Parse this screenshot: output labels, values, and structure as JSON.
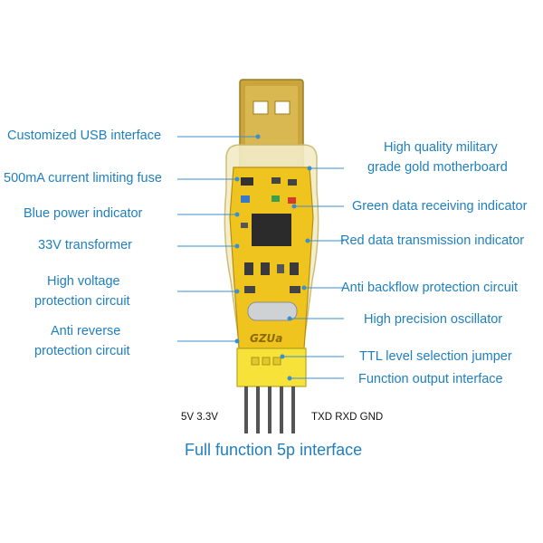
{
  "left_labels": [
    "Customized USB interface",
    "500mA current limiting fuse",
    "Blue power indicator",
    "33V transformer",
    "High voltage",
    "protection circuit",
    "Anti reverse",
    "protection circuit"
  ],
  "right_labels": [
    "High quality military",
    "grade gold motherboard",
    "Green data receiving indicator",
    "Red data transmission indicator",
    "Anti backflow protection circuit",
    "High precision oscillator",
    "TTL level selection jumper",
    "Function output interface"
  ],
  "pins": {
    "left": "5V 3.3V",
    "right": "TXD RXD GND"
  },
  "caption": "Full function 5p interface",
  "board_marking": "GZUa",
  "colors": {
    "label": "#1f7fbf",
    "pcb": "#f0c41e",
    "usb_gold": "#c9a53c",
    "header_yellow": "#f7e23a"
  }
}
